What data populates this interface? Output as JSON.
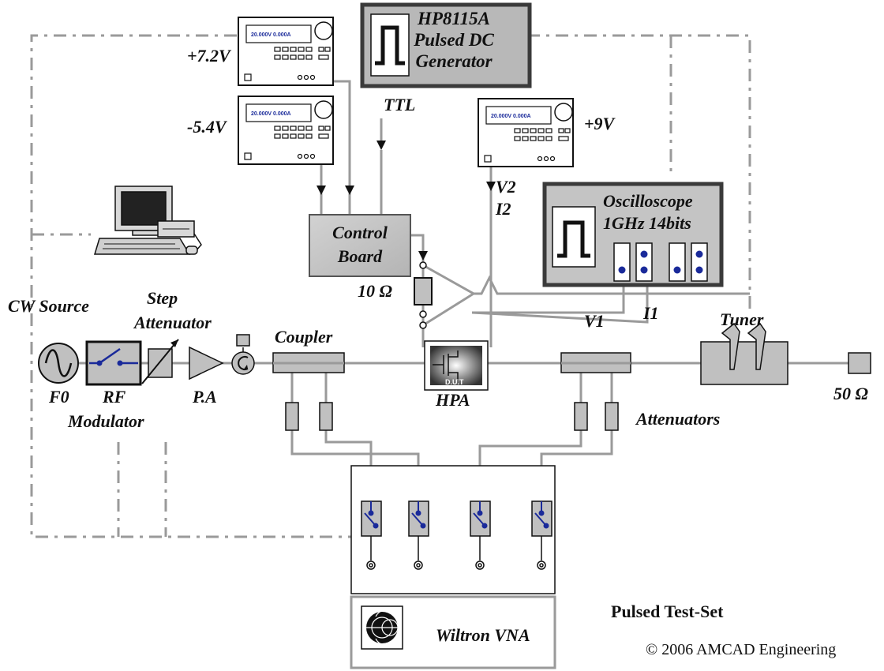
{
  "labels": {
    "hp_line1": "HP8115A",
    "hp_line2": "Pulsed DC",
    "hp_line3": "Generator",
    "ttl": "TTL",
    "v_pos72": "+7.2V",
    "v_neg54": "-5.4V",
    "v_pos9": "+9V",
    "v2": "V2",
    "i2": "I2",
    "osc_line1": "Oscilloscope",
    "osc_line2": "1GHz 14bits",
    "control_line1": "Control",
    "control_line2": "Board",
    "ten_ohm": "10 Ω",
    "v1": "V1",
    "i1": "I1",
    "cw_source": "CW Source",
    "step_line1": "Step",
    "step_line2": "Attenuator",
    "coupler": "Coupler",
    "tuner": "Tuner",
    "f0": "F0",
    "rf": "RF",
    "modulator": "Modulator",
    "pa": "P.A",
    "hpa": "HPA",
    "dut": "D.U.T",
    "fifty_ohm": "50 Ω",
    "attenuators": "Attenuators",
    "pulsed_test_set": "Pulsed Test-Set",
    "wiltron_vna": "Wiltron VNA",
    "copyright": "© 2006 AMCAD Engineering"
  },
  "power_supplies": [
    {
      "id": "ps-7v2",
      "display": "20.000V  0.000A"
    },
    {
      "id": "ps-5v4",
      "display": "20.000V  0.000A"
    },
    {
      "id": "ps-9v",
      "display": "20.000V  0.000A"
    }
  ],
  "colors": {
    "wire": "#9a9a9a",
    "box_fill": "#c0c0c0",
    "dark_frame": "#3a3a3a",
    "switch_blue": "#1a2a9a"
  }
}
